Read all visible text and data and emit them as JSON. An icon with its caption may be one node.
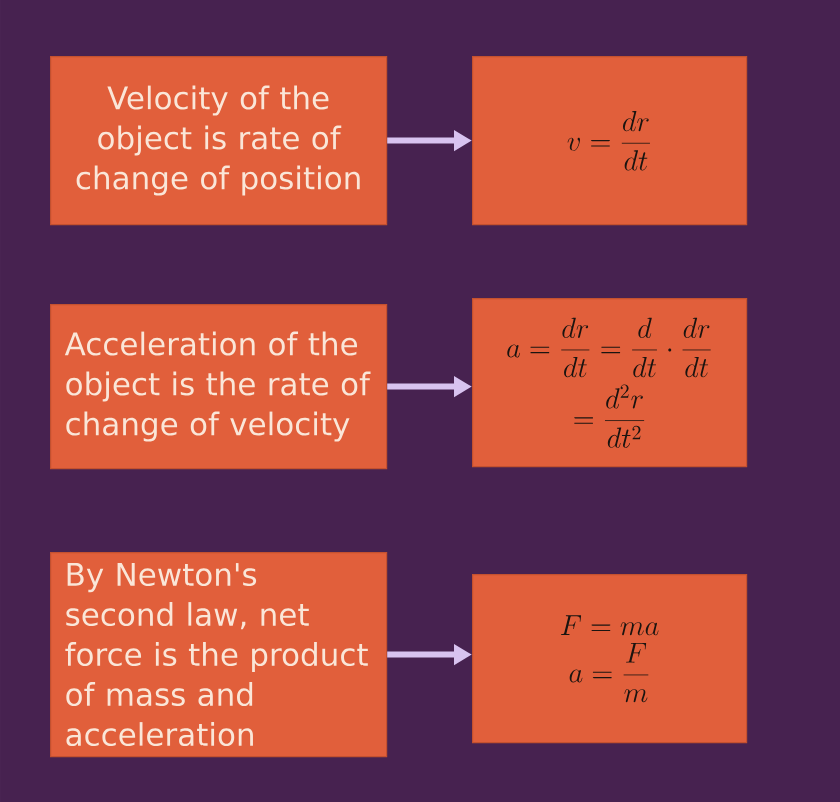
{
  "diagram": {
    "nodes": [
      {
        "text": [
          "Velocity of the object is rate of change of position"
        ]
      },
      {
        "text": [
          "v=\\frac{dr}{dt}"
        ]
      },
      {
        "text": [
          "Acceleration of the object is the rate of change of velocity"
        ]
      },
      {
        "text": [
          "a=\\frac{dr}{dt}=\\frac{d}{dt}\\cdot\\frac{dr}{dt}",
          "=\\frac{d^2r}{dt^2}"
        ]
      },
      {
        "text": [
          "By Newton's second law, net force is the product of mass and acceleration"
        ]
      },
      {
        "text": [
          "F=ma",
          "a=\\frac{F}{m}"
        ]
      }
    ],
    "edges": [
      {
        "from": 0,
        "to": 1,
        "arrow": "to"
      },
      {
        "from": 2,
        "to": 3,
        "arrow": "to"
      },
      {
        "from": 4,
        "to": 5,
        "arrow": "to"
      }
    ]
  }
}
